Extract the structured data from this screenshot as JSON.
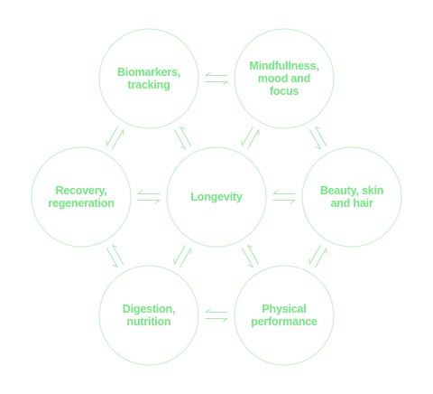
{
  "colors": {
    "accent": "#6fe87e",
    "circle_stroke": "#c8f3cf",
    "arrow": "#a9ecb3",
    "background": "#ffffff"
  },
  "nodes": [
    {
      "id": "biomarkers",
      "label": "Biomarkers,\ntracking"
    },
    {
      "id": "mindfulness",
      "label": "Mindfullness,\nmood and\nfocus"
    },
    {
      "id": "recovery",
      "label": "Recovery,\nregeneration"
    },
    {
      "id": "longevity",
      "label": "Longevity"
    },
    {
      "id": "beauty",
      "label": "Beauty, skin\nand hair"
    },
    {
      "id": "digestion",
      "label": "Digestion,\nnutrition"
    },
    {
      "id": "physical",
      "label": "Physical\nperformance"
    }
  ],
  "connections": [
    {
      "from": "biomarkers",
      "to": "mindfulness"
    },
    {
      "from": "recovery",
      "to": "longevity"
    },
    {
      "from": "longevity",
      "to": "beauty"
    },
    {
      "from": "digestion",
      "to": "physical"
    },
    {
      "from": "biomarkers",
      "to": "recovery"
    },
    {
      "from": "biomarkers",
      "to": "longevity"
    },
    {
      "from": "mindfulness",
      "to": "longevity"
    },
    {
      "from": "mindfulness",
      "to": "beauty"
    },
    {
      "from": "recovery",
      "to": "digestion"
    },
    {
      "from": "longevity",
      "to": "digestion"
    },
    {
      "from": "longevity",
      "to": "physical"
    },
    {
      "from": "beauty",
      "to": "physical"
    }
  ]
}
